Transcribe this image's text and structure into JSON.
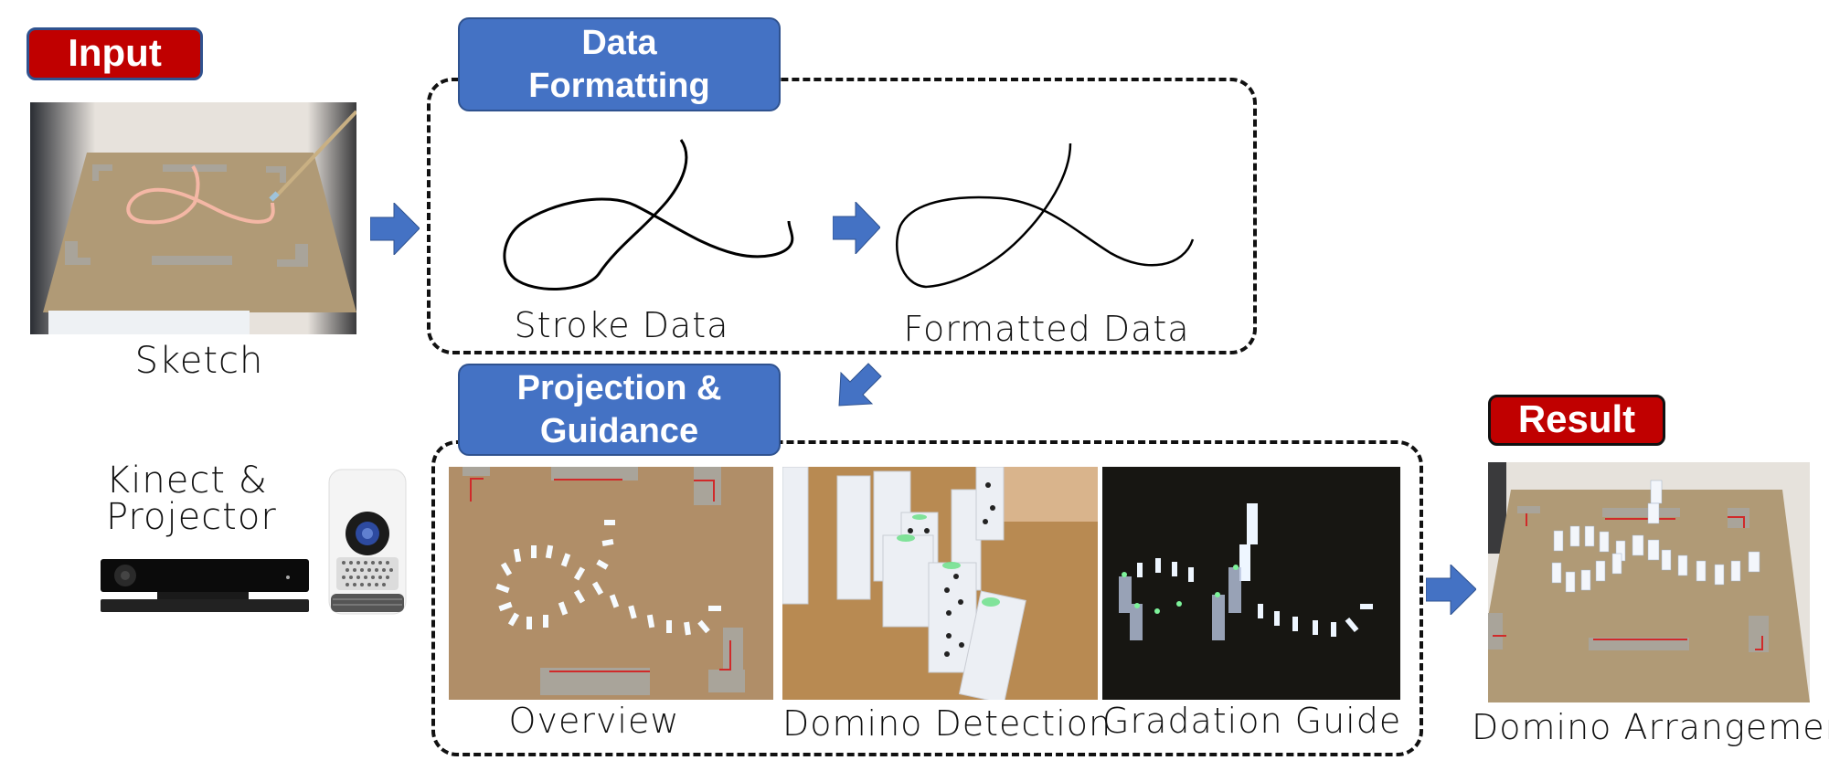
{
  "stages": {
    "input": {
      "badge": "Input",
      "caption": "Sketch"
    },
    "data_formatting": {
      "badge_line1": "Data",
      "badge_line2": "Formatting",
      "left_caption": "Stroke Data",
      "right_caption": "Formatted Data"
    },
    "projection_guidance": {
      "badge_line1": "Projection &",
      "badge_line2": "Guidance",
      "panels": [
        {
          "caption": "Overview"
        },
        {
          "caption": "Domino Detection"
        },
        {
          "caption": "Gradation Guide"
        }
      ]
    },
    "hardware": {
      "label_line1": "Kinect &",
      "label_line2": "Projector"
    },
    "result": {
      "badge": "Result",
      "caption": "Domino Arrangement"
    }
  },
  "colors": {
    "input_badge": "#c00000",
    "stage_badge": "#4472c4",
    "arrow": "#4472c4",
    "badge_border": "#2f528f"
  },
  "icons": [
    "right-arrow-icon",
    "diagonal-arrow-icon",
    "kinect-icon",
    "projector-icon"
  ]
}
